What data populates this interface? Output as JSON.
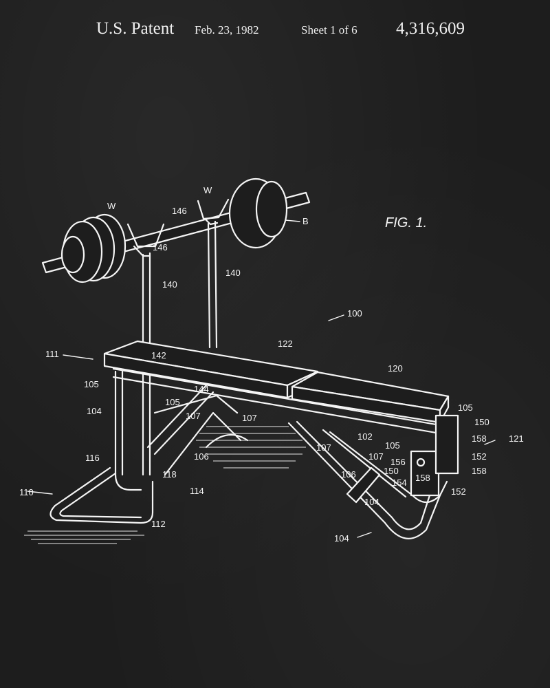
{
  "header": {
    "patent_label": "U.S. Patent",
    "date": "Feb. 23, 1982",
    "sheet": "Sheet 1 of 6",
    "patent_number": "4,316,609"
  },
  "figure": {
    "title": "FIG. 1.",
    "labels": [
      "W",
      "W",
      "146",
      "146",
      "B",
      "140",
      "140",
      "100",
      "111",
      "122",
      "120",
      "142",
      "105",
      "105",
      "144",
      "107",
      "107",
      "104",
      "102",
      "105",
      "150",
      "158",
      "121",
      "105",
      "152",
      "158",
      "107",
      "107",
      "156",
      "150",
      "158",
      "154",
      "152",
      "106",
      "106",
      "104",
      "116",
      "118",
      "114",
      "110",
      "112",
      "104"
    ]
  },
  "colors": {
    "background": "#1f1f1f",
    "ink": "#f4f4f4"
  }
}
